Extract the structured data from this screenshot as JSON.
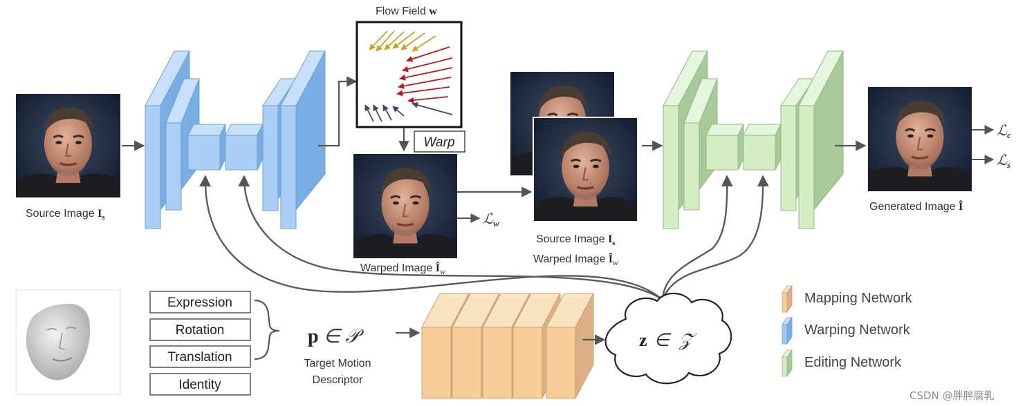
{
  "colors": {
    "mapping_network": "#F7CE9A",
    "warping_network": "#9FC9F2",
    "editing_network": "#D3EDC5",
    "arrow": "#555555",
    "flow_gold": "#C9A227",
    "flow_red": "#C0141C",
    "flow_slate": "#3F4A5C"
  },
  "labels": {
    "flow_field": "Flow Field ",
    "flow_field_symbol": "w",
    "warp": "Warp",
    "source_image": "Source Image ",
    "source_image_symbol": "I",
    "source_image_sub": "s",
    "warped_image": "Warped Image ",
    "warped_image_symbol": "Î",
    "warped_image_sub": "w",
    "pair_line1": "Source Image ",
    "pair_line1_symbol": "I",
    "pair_line1_sub": "s",
    "pair_line2": "Warped Image ",
    "pair_line2_symbol": "Î",
    "pair_line2_sub": "w",
    "generated_image": "Generated Image ",
    "generated_image_symbol": "Î",
    "loss_c": "c",
    "loss_s": "s",
    "loss_w": "w",
    "loss_letter": "ℒ",
    "target_motion_1": "Target Motion",
    "target_motion_2": "Descriptor",
    "motion_formula_p": "p",
    "motion_formula_rest": " ∈ 𝒫",
    "latent_z": "z",
    "latent_in": "∈",
    "latent_space": "𝒵"
  },
  "descriptors": [
    "Expression",
    "Rotation",
    "Translation",
    "Identity"
  ],
  "legend": [
    {
      "label": "Mapping Network",
      "color": "#F7CE9A"
    },
    {
      "label": "Warping Network",
      "color": "#9FC9F2"
    },
    {
      "label": "Editing Network",
      "color": "#D3EDC5"
    }
  ],
  "watermark": "CSDN @胖胖腐乳"
}
